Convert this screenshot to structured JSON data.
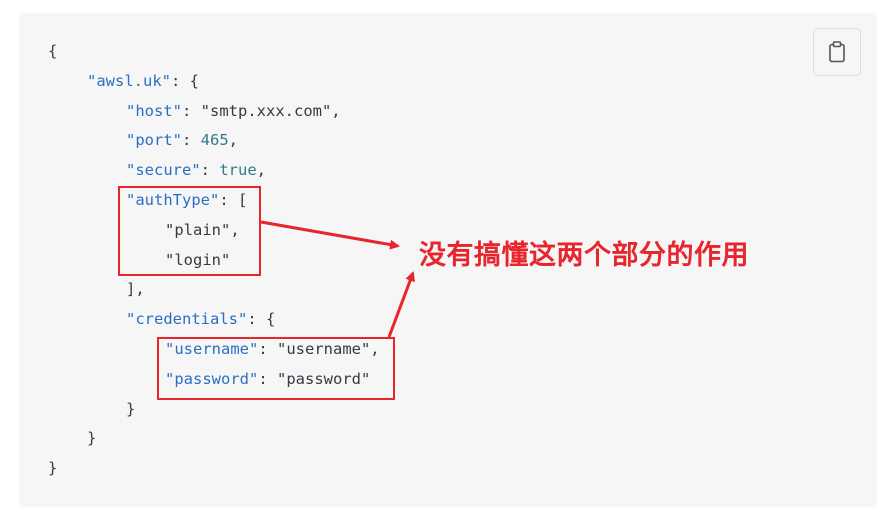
{
  "code_lines": [
    {
      "indent": 0,
      "parts": [
        {
          "t": "{",
          "c": "p"
        }
      ]
    },
    {
      "indent": 1,
      "parts": [
        {
          "t": "\"awsl.uk\"",
          "c": "k"
        },
        {
          "t": ": {",
          "c": "p"
        }
      ]
    },
    {
      "indent": 2,
      "parts": [
        {
          "t": "\"host\"",
          "c": "k"
        },
        {
          "t": ": \"smtp.xxx.com\",",
          "c": "p"
        }
      ]
    },
    {
      "indent": 2,
      "parts": [
        {
          "t": "\"port\"",
          "c": "k"
        },
        {
          "t": ": ",
          "c": "p"
        },
        {
          "t": "465",
          "c": "n"
        },
        {
          "t": ",",
          "c": "p"
        }
      ]
    },
    {
      "indent": 2,
      "parts": [
        {
          "t": "\"secure\"",
          "c": "k"
        },
        {
          "t": ": ",
          "c": "p"
        },
        {
          "t": "true",
          "c": "n"
        },
        {
          "t": ",",
          "c": "p"
        }
      ]
    },
    {
      "indent": 2,
      "parts": [
        {
          "t": "\"authType\"",
          "c": "k"
        },
        {
          "t": ": [",
          "c": "p"
        }
      ]
    },
    {
      "indent": 3,
      "parts": [
        {
          "t": "\"plain\",",
          "c": "p"
        }
      ]
    },
    {
      "indent": 3,
      "parts": [
        {
          "t": "\"login\"",
          "c": "p"
        }
      ]
    },
    {
      "indent": 2,
      "parts": [
        {
          "t": "],",
          "c": "p"
        }
      ]
    },
    {
      "indent": 2,
      "parts": [
        {
          "t": "\"credentials\"",
          "c": "k"
        },
        {
          "t": ": {",
          "c": "p"
        }
      ]
    },
    {
      "indent": 3,
      "parts": [
        {
          "t": "\"username\"",
          "c": "k"
        },
        {
          "t": ": \"username\",",
          "c": "p"
        }
      ]
    },
    {
      "indent": 3,
      "parts": [
        {
          "t": "\"password\"",
          "c": "k"
        },
        {
          "t": ": \"password\"",
          "c": "p"
        }
      ]
    },
    {
      "indent": 2,
      "parts": [
        {
          "t": "}",
          "c": "p"
        }
      ]
    },
    {
      "indent": 1,
      "parts": [
        {
          "t": "}",
          "c": "p"
        }
      ]
    },
    {
      "indent": 0,
      "parts": [
        {
          "t": "}",
          "c": "p"
        }
      ]
    }
  ],
  "annotation": {
    "text": "没有搞懂这两个部分的作用"
  },
  "copy_button": {
    "icon": "clipboard-icon"
  },
  "colors": {
    "card_bg": "#f6f6f7",
    "key": "#2b6fc2",
    "number": "#2f7d8a",
    "punct": "#383a42",
    "highlight": "#e8242d"
  }
}
